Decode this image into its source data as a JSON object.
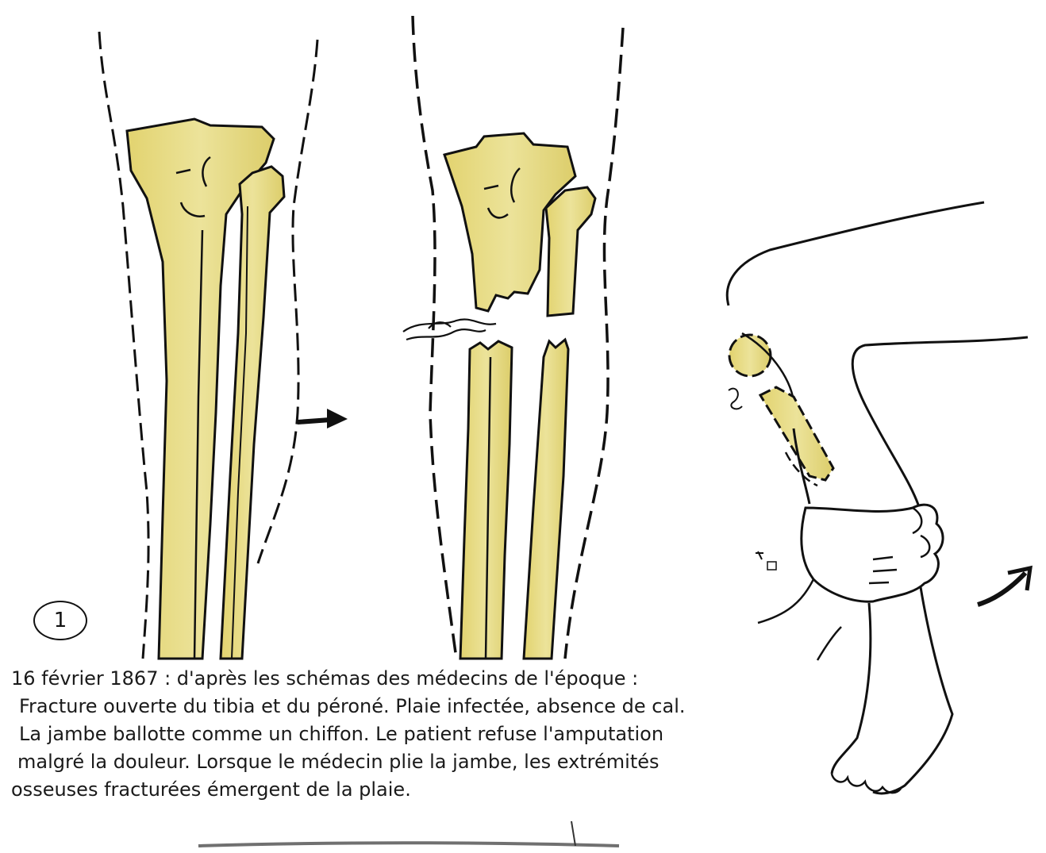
{
  "figure_number": "1",
  "caption": {
    "lines": [
      "16 février 1867 : d'après les schémas des médecins de l'époque :",
      "Fracture ouverte du tibia et du péroné. Plaie infectée, absence de cal.",
      "La jambe ballotte comme un chiffon. Le patient refuse l'amputation",
      "malgré la douleur. Lorsque le médecin plie la jambe, les extrémités",
      "osseuses fracturées émergent de la plaie."
    ]
  },
  "colors": {
    "bone_fill": "#e6dc86",
    "ink": "#111111",
    "paper": "#ffffff"
  },
  "panels": [
    {
      "name": "intact-leg",
      "icon": "tibia-fibula-intact"
    },
    {
      "name": "fractured-leg",
      "icon": "tibia-fibula-fractured"
    },
    {
      "name": "bent-leg",
      "icon": "bent-leg-with-protruding-bones"
    }
  ]
}
